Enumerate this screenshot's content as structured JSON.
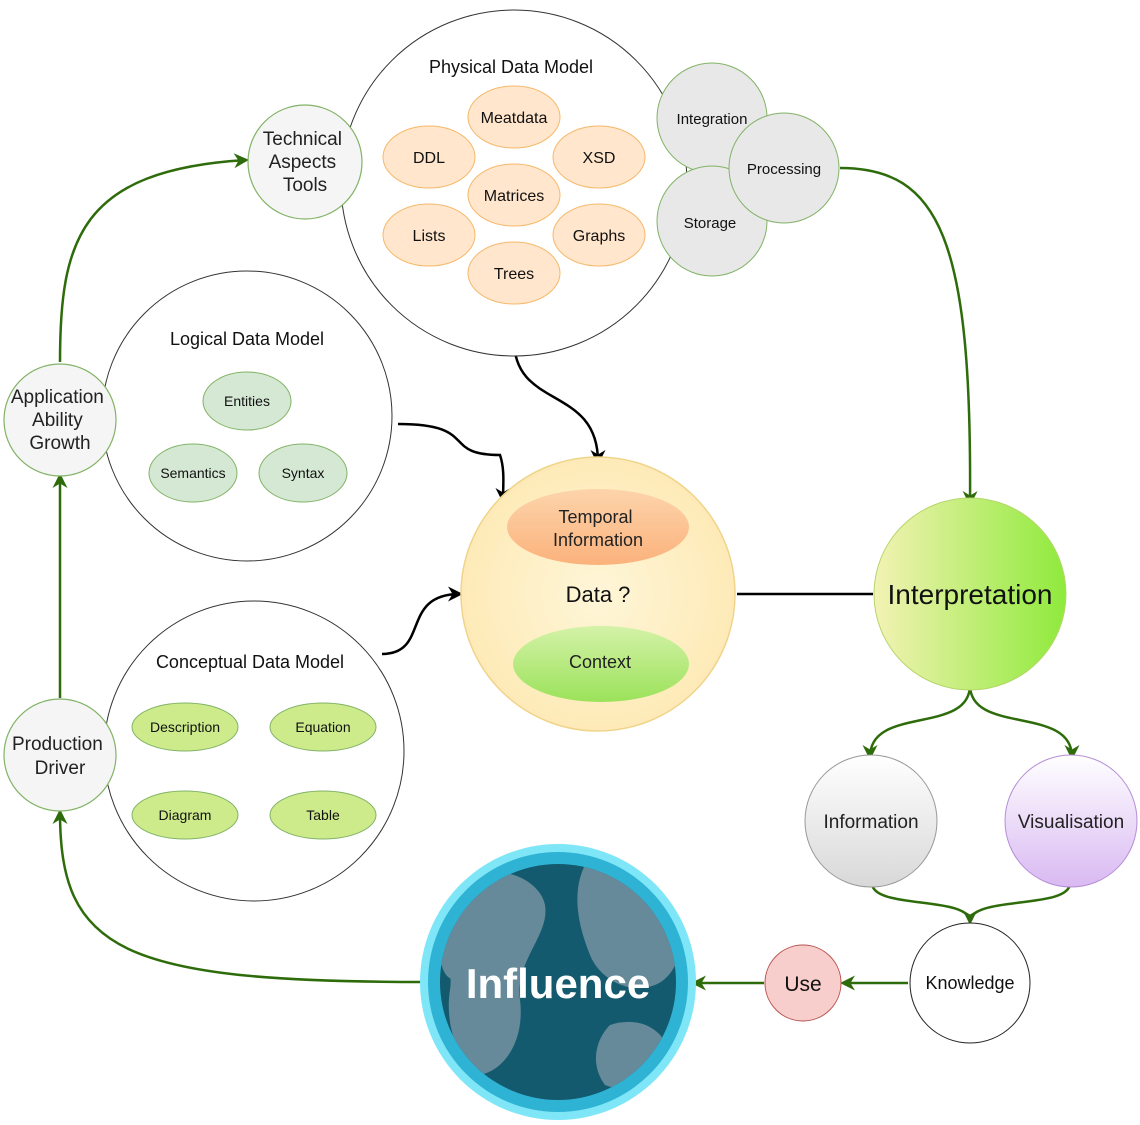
{
  "physical": {
    "title": "Physical Data Model",
    "items": [
      "Meatdata",
      "DDL",
      "XSD",
      "Matrices",
      "Lists",
      "Graphs",
      "Trees"
    ]
  },
  "operations": [
    "Integration",
    "Processing",
    "Storage"
  ],
  "logical": {
    "title": "Logical Data Model",
    "items": [
      "Entities",
      "Semantics",
      "Syntax"
    ]
  },
  "conceptual": {
    "title": "Conceptual Data Model",
    "items": [
      "Description",
      "Equation",
      "Diagram",
      "Table"
    ]
  },
  "technical": [
    "Technical",
    "Aspects",
    "Tools"
  ],
  "application": [
    "Application",
    "Ability",
    "Growth"
  ],
  "production": [
    "Production",
    "Driver"
  ],
  "data": {
    "temporal": [
      "Temporal",
      "Information"
    ],
    "center": "Data ?",
    "context": "Context"
  },
  "interpretation": "Interpretation",
  "information": "Information",
  "visualisation": "Visualisation",
  "knowledge": "Knowledge",
  "use": "Use",
  "influence": "Influence"
}
